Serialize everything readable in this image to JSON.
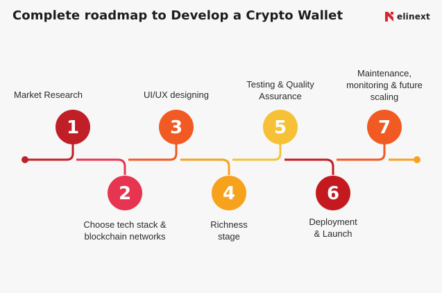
{
  "title": "Complete roadmap to Develop a Crypto Wallet",
  "logo": {
    "text": "elinext",
    "icon": "elinext-logo-icon",
    "color": "#d7262f"
  },
  "steps": [
    {
      "number": "1",
      "lines": [
        "Market Research"
      ],
      "color": "#c01f27"
    },
    {
      "number": "2",
      "lines": [
        "Choose tech stack &",
        "blockchain networks"
      ],
      "color": "#e73450"
    },
    {
      "number": "3",
      "lines": [
        "UI/UX designing"
      ],
      "color": "#f15a22"
    },
    {
      "number": "4",
      "lines": [
        "Richness",
        "stage"
      ],
      "color": "#f7a21c"
    },
    {
      "number": "5",
      "lines": [
        "Testing & Quality",
        "Assurance"
      ],
      "color": "#f6c137"
    },
    {
      "number": "6",
      "lines": [
        "Deployment",
        "& Launch"
      ],
      "color": "#c41a1f"
    },
    {
      "number": "7",
      "lines": [
        "Maintenance,",
        "monitoring & future",
        "scaling"
      ],
      "color": "#f15a22"
    }
  ]
}
